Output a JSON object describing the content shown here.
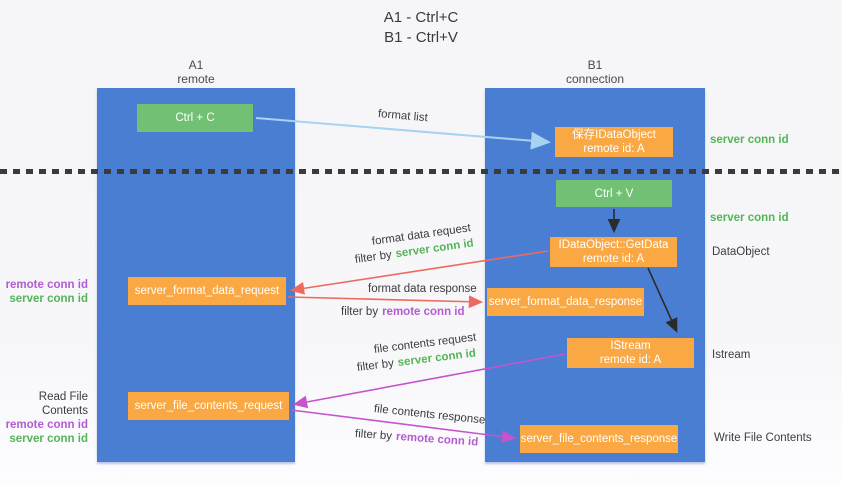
{
  "title": {
    "line1": "A1 - Ctrl+C",
    "line2": "B1 - Ctrl+V"
  },
  "columns": {
    "a1": {
      "name": "A1",
      "role": "remote"
    },
    "b1": {
      "name": "B1",
      "role": "connection"
    }
  },
  "nodes": {
    "ctrl_c": {
      "label": "Ctrl + C"
    },
    "ctrl_v": {
      "label": "Ctrl + V"
    },
    "save_dataobject": {
      "line1": "保存IDataObject",
      "line2": "remote id: A"
    },
    "getdata": {
      "line1": "IDataObject::GetData",
      "line2": "remote id: A"
    },
    "istream": {
      "line1": "IStream",
      "line2": "remote id: A"
    },
    "server_format_data_request": {
      "label": "server_format_data_request"
    },
    "server_format_data_response": {
      "label": "server_format_data_response"
    },
    "server_file_contents_request": {
      "label": "server_file_contents_request"
    },
    "server_file_contents_response": {
      "label": "server_file_contents_response"
    }
  },
  "arrow_labels": {
    "format_list": "format list",
    "format_data_request": "format data request",
    "format_data_response": "format data response",
    "file_contents_request": "file contents request",
    "file_contents_response": "file contents response",
    "filter_by": "filter by",
    "server_conn_id": "server conn id",
    "remote_conn_id": "remote conn id"
  },
  "side_labels": {
    "server_conn_id_top": "server conn id",
    "server_conn_id_mid": "server conn id",
    "dataobject": "DataObject",
    "istream": "Istream",
    "write_file_contents": "Write File Contents",
    "read_file_contents": "Read File Contents",
    "remote_conn_id": "remote conn id",
    "server_conn_id": "server conn id"
  },
  "colors": {
    "lifeline_blue": "#4a7ed2",
    "node_green": "#72c074",
    "node_orange": "#f9a843",
    "arrow_light_blue": "#a6d3f0",
    "arrow_red": "#ed6a5e",
    "arrow_magenta": "#c653cc",
    "arrow_black": "#2b2b2b",
    "text_green": "#53b556",
    "text_purple": "#b45ad2"
  }
}
